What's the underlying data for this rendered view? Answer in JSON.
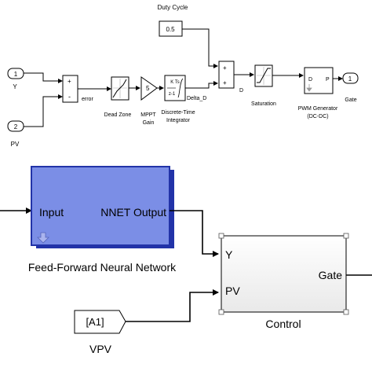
{
  "top_model": {
    "duty_cycle_label": "Duty Cycle",
    "duty_cycle_value": "0.5",
    "in1_port": "1",
    "in1_label": "Y",
    "in2_port": "2",
    "in2_label": "PV",
    "sum1_plus": "+",
    "sum1_minus": "-",
    "error_label": "error",
    "dead_zone_label": "Dead Zone",
    "gain_value": "5",
    "gain_label_1": "MPPT",
    "gain_label_2": "Gain",
    "integrator_num": "K Ts",
    "integrator_den": "z-1",
    "integrator_label_1": "Discrete-Time",
    "integrator_label_2": "Integrator",
    "delta_label": "Delta_D",
    "sum2_plus1": "+",
    "sum2_plus2": "+",
    "d_label": "D",
    "saturation_label": "Saturation",
    "pwm_in_port": "D",
    "pwm_out_port": "P",
    "pwm_label_1": "PWM Generator",
    "pwm_label_2": "(DC-DC)",
    "out_port": "1",
    "out_label": "Gate"
  },
  "bottom_model": {
    "nnet_input_port": "Input",
    "nnet_output_port": "NNET Output",
    "nnet_label": "Feed-Forward Neural Network",
    "control_port_y": "Y",
    "control_port_pv": "PV",
    "control_port_gate": "Gate",
    "control_label": "Control",
    "goto_tag": "[A1]",
    "goto_label": "VPV"
  },
  "colors": {
    "nnet_fill": "#7b8ee6",
    "nnet_border": "#2233a8",
    "line": "#000000"
  }
}
